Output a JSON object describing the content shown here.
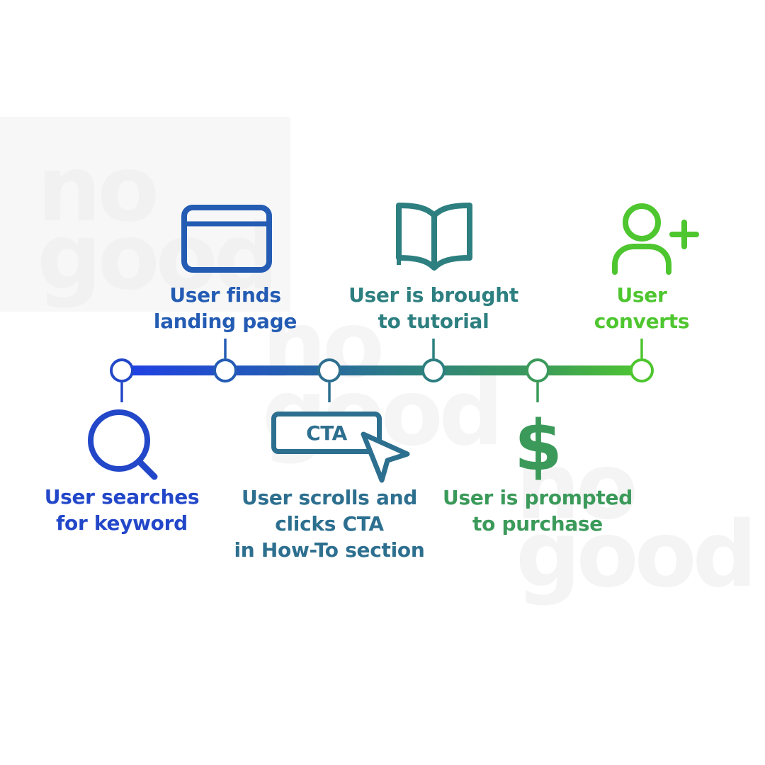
{
  "watermark": {
    "brand_line1": "no",
    "brand_line2": "good"
  },
  "colors": {
    "blue": "#2347c9",
    "mid_blue": "#245cb4",
    "teal": "#2d7d86",
    "green_teal": "#2f8f6a",
    "green": "#3b9a55",
    "lime": "#4ec62f"
  },
  "steps": [
    {
      "lines": [
        "User searches",
        "for keyword"
      ],
      "icon": "search-icon",
      "color": "#2347c9"
    },
    {
      "lines": [
        "User finds",
        "landing page"
      ],
      "icon": "browser-window-icon",
      "color": "#245cb4"
    },
    {
      "lines": [
        "User scrolls and",
        "clicks CTA",
        "in How-To section"
      ],
      "icon": "cta-button-cursor-icon",
      "color": "#2d6f8f",
      "button_text": "CTA"
    },
    {
      "lines": [
        "User is brought",
        "to tutorial"
      ],
      "icon": "open-book-icon",
      "color": "#2d7f80"
    },
    {
      "lines": [
        "User is prompted",
        "to purchase"
      ],
      "icon": "dollar-icon",
      "color": "#3b9a5a"
    },
    {
      "lines": [
        "User",
        "converts"
      ],
      "icon": "add-user-icon",
      "color": "#4ec62f"
    }
  ]
}
